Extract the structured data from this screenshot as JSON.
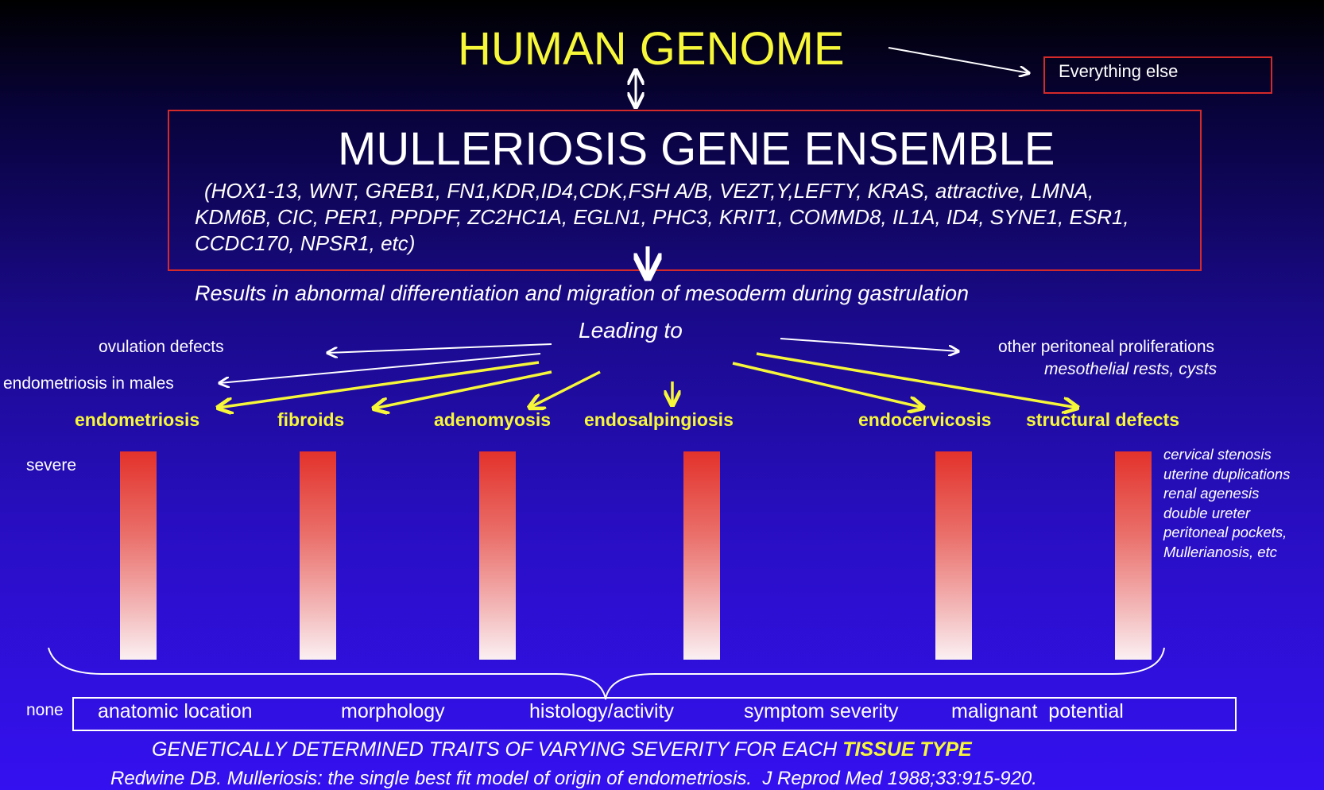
{
  "header": {
    "title": "HUMAN GENOME",
    "side_box": "Everything else"
  },
  "ensemble": {
    "title": "MULLERIOSIS GENE ENSEMBLE",
    "genes": "(HOX1-13, WNT, GREB1, FN1,KDR,ID4,CDK,FSH A/B, VEZT,Y,LEFTY, KRAS, attractive, LMNA, KDM6B, CIC, PER1, PPDPF, ZC2HC1A, EGLN1, PHC3, KRIT1, COMMD8, IL1A, ID4, SYNE1, ESR1, CCDC170, NPSR1, etc)"
  },
  "process": {
    "result": "Results in abnormal differentiation and migration of mesoderm during gastrulation",
    "leading": "Leading to"
  },
  "side_outcomes": {
    "ovulation": "ovulation defects",
    "males": "endometriosis in males",
    "other": "other peritoneal proliferations",
    "other_detail": "mesothelial rests, cysts"
  },
  "categories": [
    "endometriosis",
    "fibroids",
    "adenomyosis",
    "endosalpingiosis",
    "endocervicosis",
    "structural defects"
  ],
  "scale": {
    "top": "severe",
    "bottom": "none"
  },
  "structural_defects_list": [
    "cervical stenosis",
    "uterine duplications",
    "renal agenesis",
    "double ureter",
    "peritoneal pockets,",
    "Mullerianosis, etc"
  ],
  "traits": [
    "anatomic location",
    "morphology",
    "histology/activity",
    "symptom severity",
    "malignant  potential"
  ],
  "footer": {
    "statement_prefix": "GENETICALLY DETERMINED TRAITS OF VARYING SEVERITY FOR EACH ",
    "statement_highlight": "TISSUE TYPE",
    "citation": "Redwine DB. Mulleriosis: the single best fit model of origin of endometriosis.  J Reprod Med 1988;33:915-920."
  },
  "colors": {
    "title": "#f7f73a",
    "box_border": "#d42a2a",
    "bar_top": "#e3322b",
    "bar_bottom": "#fbf0f3",
    "arrow_yellow": "#f7f73a",
    "arrow_white": "#ffffff"
  }
}
